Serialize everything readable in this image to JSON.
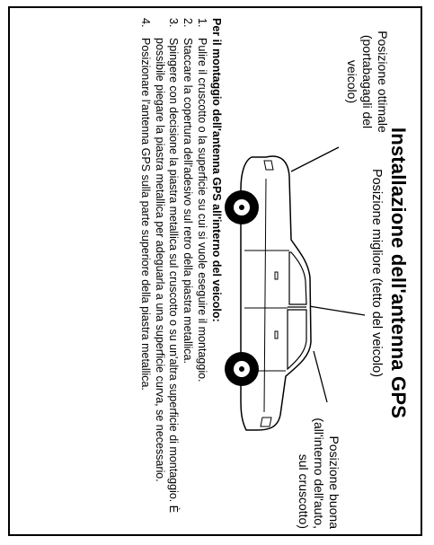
{
  "title": "Installazione dell'antenna GPS",
  "best_position": "Posizione migliore (tetto del veicolo)",
  "optimal_position": {
    "line1": "Posizione ottimale",
    "line2": "(portabagagli del",
    "line3": "veicolo)"
  },
  "good_position": {
    "line1": "Posizione buona",
    "line2": "(all'interno dell'auto,",
    "line3": "sul cruscotto)"
  },
  "instructions": {
    "heading": "Per il montaggio dell'antenna GPS all'interno del veicolo:",
    "steps": [
      {
        "num": "1.",
        "text": "Pulire il cruscotto o la superficie su cui si vuole eseguire il montaggio."
      },
      {
        "num": "2.",
        "text": "Staccare la copertura dell'adesivo sul retro della piastra metallica."
      },
      {
        "num": "3.",
        "text": "Spingere con decisione la piastra metallica sul cruscotto o su un'altra superficie di montaggio. È possibile piegare la piastra metallica per adeguarla a una superficie curva, se necessario."
      },
      {
        "num": "4.",
        "text": "Posizionare l'antenna GPS sulla parte superiore della piastra metallica."
      }
    ]
  }
}
